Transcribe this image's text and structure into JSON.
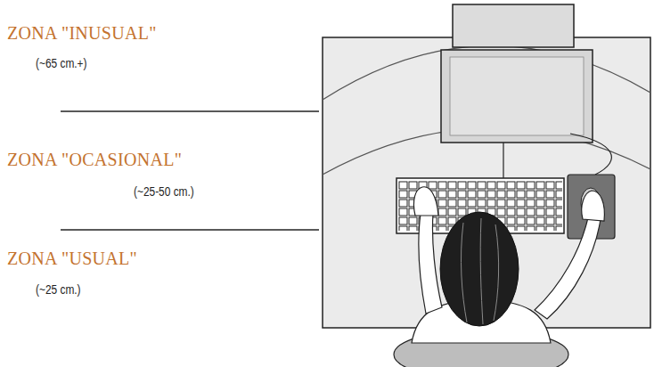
{
  "diagram": {
    "labels": [
      "ZONA \"INUSUAL\"",
      "(~65 cm.+)",
      "ZONA \"OCASIONAL\"",
      "(~25-50 cm.)",
      "ZONA \"USUAL\"",
      "(~25 cm.)"
    ]
  }
}
